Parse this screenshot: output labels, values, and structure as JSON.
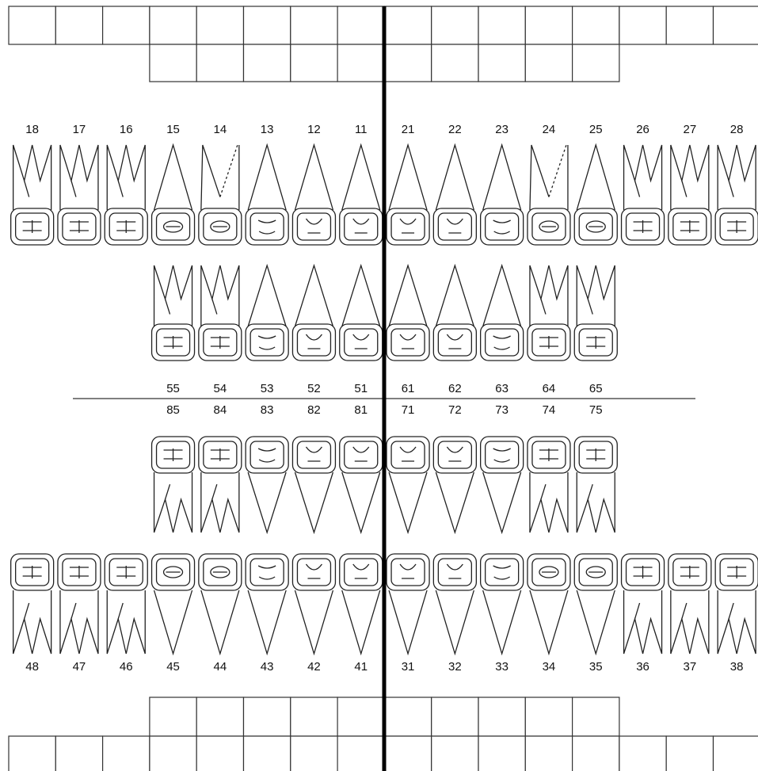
{
  "chart": {
    "permanent_upper": [
      {
        "n": "18",
        "t": "molar"
      },
      {
        "n": "17",
        "t": "molar"
      },
      {
        "n": "16",
        "t": "molar"
      },
      {
        "n": "15",
        "t": "premolar"
      },
      {
        "n": "14",
        "t": "premolar2"
      },
      {
        "n": "13",
        "t": "canine"
      },
      {
        "n": "12",
        "t": "incisor"
      },
      {
        "n": "11",
        "t": "incisor"
      },
      {
        "n": "21",
        "t": "incisor"
      },
      {
        "n": "22",
        "t": "incisor"
      },
      {
        "n": "23",
        "t": "canine"
      },
      {
        "n": "24",
        "t": "premolar2"
      },
      {
        "n": "25",
        "t": "premolar"
      },
      {
        "n": "26",
        "t": "molar"
      },
      {
        "n": "27",
        "t": "molar"
      },
      {
        "n": "28",
        "t": "molar"
      }
    ],
    "primary_upper": [
      {
        "n": "55",
        "t": "molar"
      },
      {
        "n": "54",
        "t": "molar"
      },
      {
        "n": "53",
        "t": "canine"
      },
      {
        "n": "52",
        "t": "incisor"
      },
      {
        "n": "51",
        "t": "incisor"
      },
      {
        "n": "61",
        "t": "incisor"
      },
      {
        "n": "62",
        "t": "incisor"
      },
      {
        "n": "63",
        "t": "canine"
      },
      {
        "n": "64",
        "t": "molar"
      },
      {
        "n": "65",
        "t": "molar"
      }
    ],
    "primary_lower": [
      {
        "n": "85",
        "t": "molar"
      },
      {
        "n": "84",
        "t": "molar"
      },
      {
        "n": "83",
        "t": "canine"
      },
      {
        "n": "82",
        "t": "incisor"
      },
      {
        "n": "81",
        "t": "incisor"
      },
      {
        "n": "71",
        "t": "incisor"
      },
      {
        "n": "72",
        "t": "incisor"
      },
      {
        "n": "73",
        "t": "canine"
      },
      {
        "n": "74",
        "t": "molar"
      },
      {
        "n": "75",
        "t": "molar"
      }
    ],
    "permanent_lower": [
      {
        "n": "48",
        "t": "molar"
      },
      {
        "n": "47",
        "t": "molar"
      },
      {
        "n": "46",
        "t": "molar"
      },
      {
        "n": "45",
        "t": "premolar"
      },
      {
        "n": "44",
        "t": "premolar"
      },
      {
        "n": "43",
        "t": "canine"
      },
      {
        "n": "42",
        "t": "incisor"
      },
      {
        "n": "41",
        "t": "incisor"
      },
      {
        "n": "31",
        "t": "incisor"
      },
      {
        "n": "32",
        "t": "incisor"
      },
      {
        "n": "33",
        "t": "canine"
      },
      {
        "n": "34",
        "t": "premolar"
      },
      {
        "n": "35",
        "t": "premolar"
      },
      {
        "n": "36",
        "t": "molar"
      },
      {
        "n": "37",
        "t": "molar"
      },
      {
        "n": "38",
        "t": "molar"
      }
    ]
  }
}
